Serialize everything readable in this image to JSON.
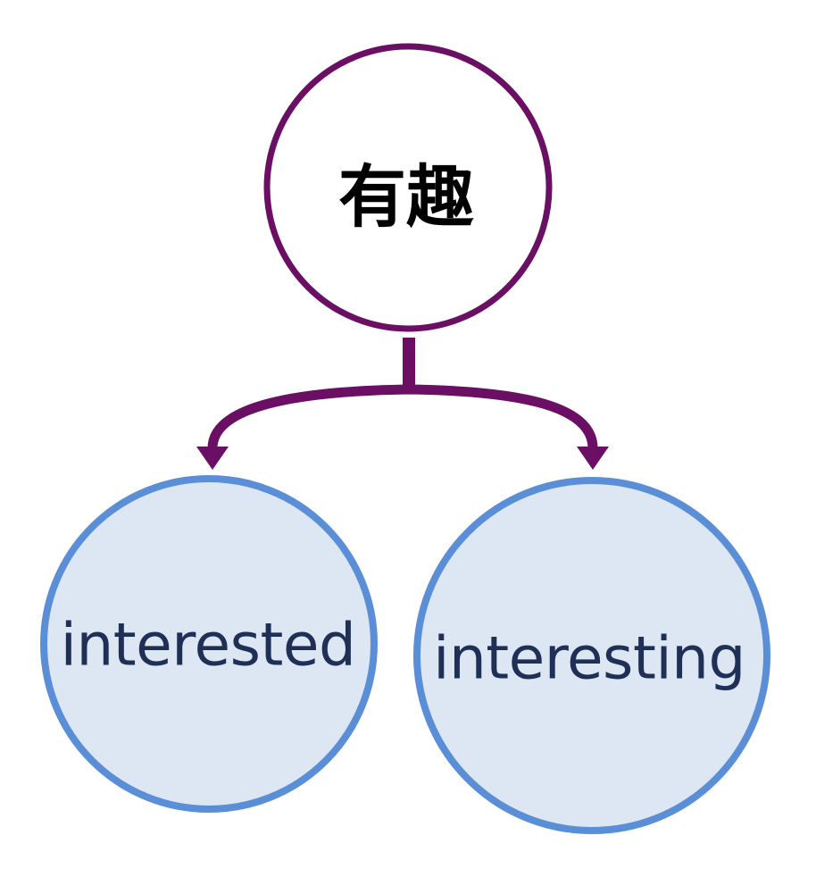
{
  "colors": {
    "root_stroke": "#6a0f63",
    "root_fill": "#ffffff",
    "connector": "#6a0f63",
    "child_stroke": "#5a8fd8",
    "child_fill": "#dde6f3",
    "child_text": "#1f2f56",
    "root_text": "#000000"
  },
  "diagram": {
    "root": {
      "label": "有趣"
    },
    "children": [
      {
        "label": "interested"
      },
      {
        "label": "interesting"
      }
    ]
  }
}
